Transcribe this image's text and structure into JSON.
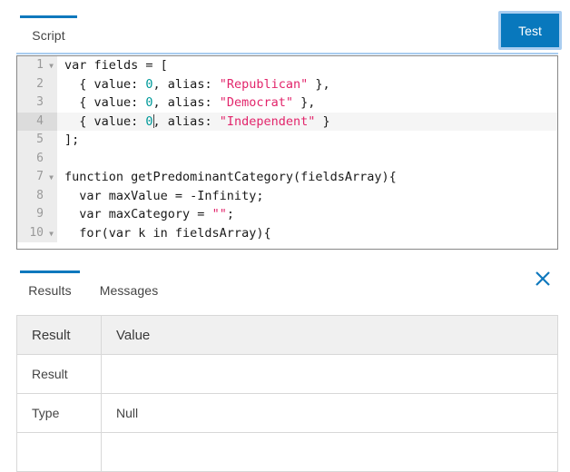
{
  "script_panel": {
    "tabs": [
      {
        "label": "Script",
        "active": true
      }
    ],
    "test_button_label": "Test",
    "accent_color": "#0f78bd",
    "button_color": "#0878bd",
    "focus_ring_color": "#a9cdf0"
  },
  "editor": {
    "syntax_colors": {
      "string": "#e2256b",
      "number": "#009a9a",
      "text": "#1a1a1a",
      "gutter_text": "#9a9a9a",
      "gutter_bg": "#ececec",
      "active_line_bg": "#f5f5f5",
      "active_gutter_bg": "#dcdcdc"
    },
    "active_line": 4,
    "lines": [
      {
        "num": "1",
        "fold": true,
        "segments": [
          {
            "t": "var fields = [",
            "c": "plain"
          }
        ]
      },
      {
        "num": "2",
        "fold": false,
        "segments": [
          {
            "t": "  { value: ",
            "c": "plain"
          },
          {
            "t": "0",
            "c": "num"
          },
          {
            "t": ", alias: ",
            "c": "plain"
          },
          {
            "t": "\"Republican\"",
            "c": "str"
          },
          {
            "t": " },",
            "c": "plain"
          }
        ]
      },
      {
        "num": "3",
        "fold": false,
        "segments": [
          {
            "t": "  { value: ",
            "c": "plain"
          },
          {
            "t": "0",
            "c": "num"
          },
          {
            "t": ", alias: ",
            "c": "plain"
          },
          {
            "t": "\"Democrat\"",
            "c": "str"
          },
          {
            "t": " },",
            "c": "plain"
          }
        ]
      },
      {
        "num": "4",
        "fold": false,
        "segments": [
          {
            "t": "  { value: ",
            "c": "plain"
          },
          {
            "t": "0",
            "c": "num"
          },
          {
            "t": "",
            "c": "caret"
          },
          {
            "t": ", alias: ",
            "c": "plain"
          },
          {
            "t": "\"Independent\"",
            "c": "str"
          },
          {
            "t": " }",
            "c": "plain"
          }
        ]
      },
      {
        "num": "5",
        "fold": false,
        "segments": [
          {
            "t": "];",
            "c": "plain"
          }
        ]
      },
      {
        "num": "6",
        "fold": false,
        "segments": [
          {
            "t": "",
            "c": "plain"
          }
        ]
      },
      {
        "num": "7",
        "fold": true,
        "segments": [
          {
            "t": "function getPredominantCategory(fieldsArray){",
            "c": "plain"
          }
        ]
      },
      {
        "num": "8",
        "fold": false,
        "segments": [
          {
            "t": "  var maxValue = -Infinity;",
            "c": "plain"
          }
        ]
      },
      {
        "num": "9",
        "fold": false,
        "segments": [
          {
            "t": "  var maxCategory = ",
            "c": "plain"
          },
          {
            "t": "\"\"",
            "c": "str"
          },
          {
            "t": ";",
            "c": "plain"
          }
        ]
      },
      {
        "num": "10",
        "fold": true,
        "segments": [
          {
            "t": "  for(var k in fieldsArray){",
            "c": "plain"
          }
        ]
      }
    ]
  },
  "results_panel": {
    "tabs": [
      {
        "label": "Results",
        "active": true
      },
      {
        "label": "Messages",
        "active": false
      }
    ],
    "close_icon": "close-icon",
    "close_color": "#0f78bd",
    "table": {
      "headers": [
        "Result",
        "Value"
      ],
      "rows": [
        [
          "Result",
          ""
        ],
        [
          "Type",
          "Null"
        ],
        [
          "",
          ""
        ]
      ]
    }
  }
}
